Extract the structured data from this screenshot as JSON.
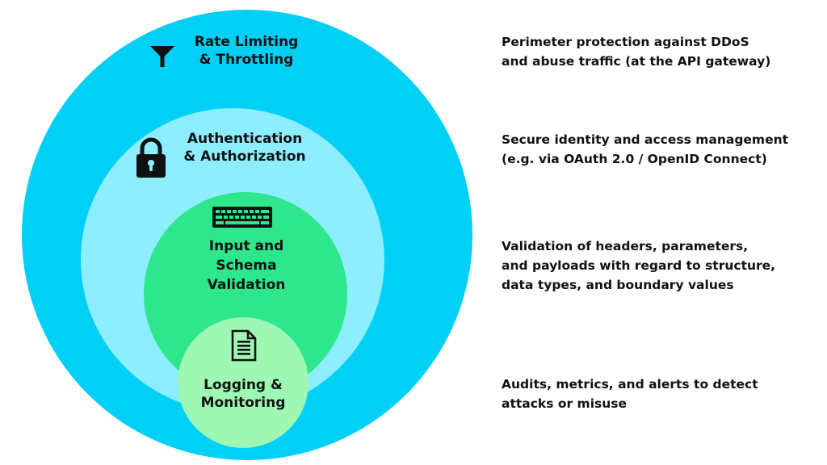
{
  "colors": {
    "outer_ring": "#00d0f5",
    "auth_ring": "#8deeff",
    "input_ring": "#2ee68c",
    "logging_ring": "#9ef7b3",
    "text": "#111111"
  },
  "layers": [
    {
      "id": "rate-limiting",
      "icon": "funnel-icon",
      "label_lines": [
        "Rate Limiting",
        "& Throttling"
      ],
      "description_lines": [
        "Perimeter protection against DDoS",
        "and abuse traffic (at the API gateway)"
      ]
    },
    {
      "id": "authentication",
      "icon": "lock-icon",
      "label_lines": [
        "Authentication",
        "& Authorization"
      ],
      "description_lines": [
        "Secure identity and access management",
        "(e.g. via OAuth 2.0 / OpenID Connect)"
      ]
    },
    {
      "id": "input-validation",
      "icon": "keyboard-icon",
      "label_lines": [
        "Input and",
        "Schema",
        "Validation"
      ],
      "description_lines": [
        "Validation of headers, parameters,",
        "and payloads with regard to structure,",
        "data types, and boundary values"
      ]
    },
    {
      "id": "logging",
      "icon": "document-icon",
      "label_lines": [
        "Logging &",
        "Monitoring"
      ],
      "description_lines": [
        "Audits, metrics, and alerts to detect",
        "attacks or misuse"
      ]
    }
  ]
}
